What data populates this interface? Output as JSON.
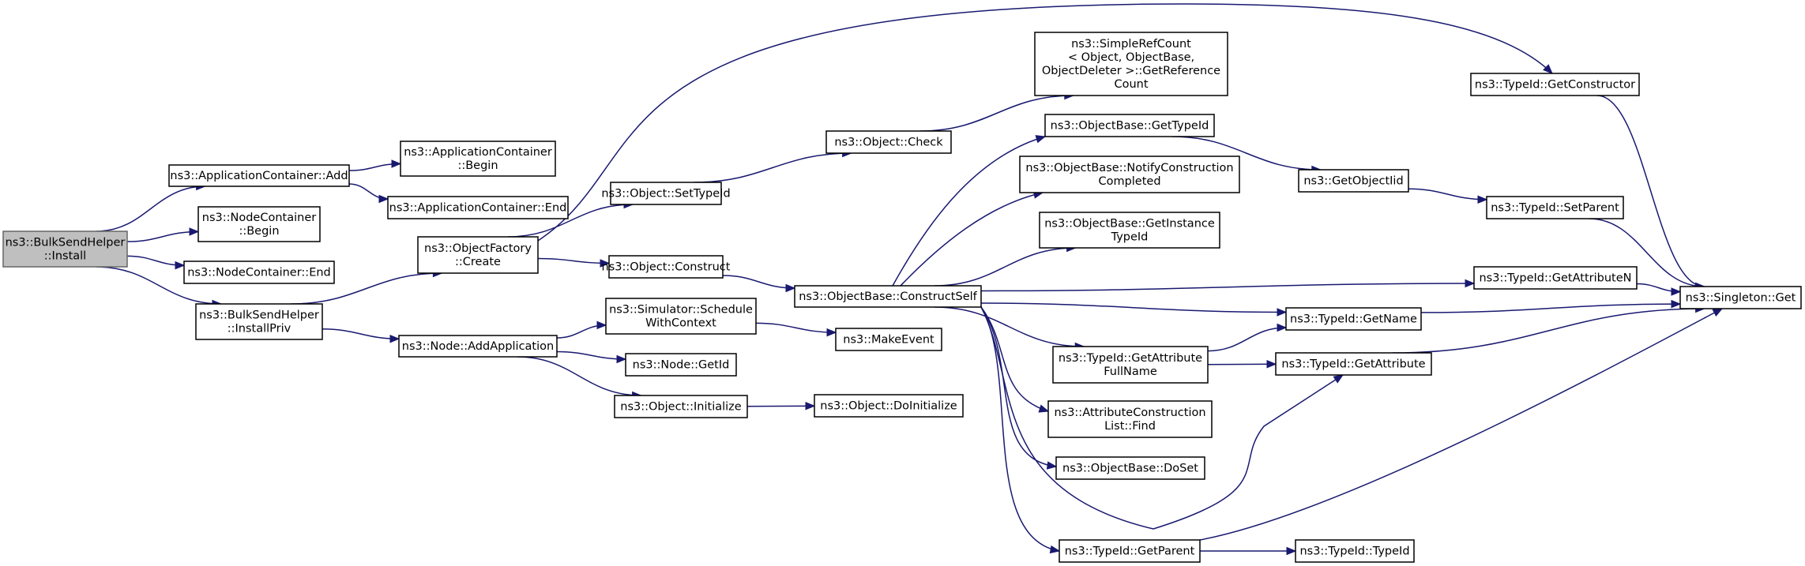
{
  "graph": {
    "type": "call-graph",
    "colors": {
      "edge": "#191970",
      "root_fill": "#bfbfbf",
      "node_fill": "#ffffff",
      "node_border": "#000000"
    },
    "nodes": [
      {
        "id": "install",
        "lines": [
          "ns3::BulkSendHelper",
          "::Install"
        ],
        "root": true
      },
      {
        "id": "appAdd",
        "lines": [
          "ns3::ApplicationContainer::Add"
        ]
      },
      {
        "id": "ncBegin",
        "lines": [
          "ns3::NodeContainer",
          "::Begin"
        ]
      },
      {
        "id": "ncEnd",
        "lines": [
          "ns3::NodeContainer::End"
        ]
      },
      {
        "id": "installPriv",
        "lines": [
          "ns3::BulkSendHelper",
          "::InstallPriv"
        ]
      },
      {
        "id": "acBegin",
        "lines": [
          "ns3::ApplicationContainer",
          "::Begin"
        ]
      },
      {
        "id": "acEnd",
        "lines": [
          "ns3::ApplicationContainer::End"
        ]
      },
      {
        "id": "ofCreate",
        "lines": [
          "ns3::ObjectFactory",
          "::Create"
        ]
      },
      {
        "id": "addApp",
        "lines": [
          "ns3::Node::AddApplication"
        ]
      },
      {
        "id": "setTypeId",
        "lines": [
          "ns3::Object::SetTypeId"
        ]
      },
      {
        "id": "objConstruct",
        "lines": [
          "ns3::Object::Construct"
        ]
      },
      {
        "id": "simSchedule",
        "lines": [
          "ns3::Simulator::Schedule",
          "WithContext"
        ]
      },
      {
        "id": "nodeGetId",
        "lines": [
          "ns3::Node::GetId"
        ]
      },
      {
        "id": "objInit",
        "lines": [
          "ns3::Object::Initialize"
        ]
      },
      {
        "id": "objCheck",
        "lines": [
          "ns3::Object::Check"
        ]
      },
      {
        "id": "constructSelf",
        "lines": [
          "ns3::ObjectBase::ConstructSelf"
        ]
      },
      {
        "id": "makeEvent",
        "lines": [
          "ns3::MakeEvent"
        ]
      },
      {
        "id": "doInit",
        "lines": [
          "ns3::Object::DoInitialize"
        ]
      },
      {
        "id": "refCount",
        "lines": [
          "ns3::SimpleRefCount",
          "< Object, ObjectBase,",
          "ObjectDeleter >::GetReference",
          "Count"
        ]
      },
      {
        "id": "obGetTypeId",
        "lines": [
          "ns3::ObjectBase::GetTypeId"
        ]
      },
      {
        "id": "notifyCC",
        "lines": [
          "ns3::ObjectBase::NotifyConstruction",
          "Completed"
        ]
      },
      {
        "id": "getInstTypeId",
        "lines": [
          "ns3::ObjectBase::GetInstance",
          "TypeId"
        ]
      },
      {
        "id": "getAttrFullName",
        "lines": [
          "ns3::TypeId::GetAttribute",
          "FullName"
        ]
      },
      {
        "id": "acListFind",
        "lines": [
          "ns3::AttributeConstruction",
          "List::Find"
        ]
      },
      {
        "id": "doSet",
        "lines": [
          "ns3::ObjectBase::DoSet"
        ]
      },
      {
        "id": "getParent",
        "lines": [
          "ns3::TypeId::GetParent"
        ]
      },
      {
        "id": "getObjectIid",
        "lines": [
          "ns3::GetObjectIid"
        ]
      },
      {
        "id": "getName",
        "lines": [
          "ns3::TypeId::GetName"
        ]
      },
      {
        "id": "getAttribute",
        "lines": [
          "ns3::TypeId::GetAttribute"
        ]
      },
      {
        "id": "typeIdCtor",
        "lines": [
          "ns3::TypeId::TypeId"
        ]
      },
      {
        "id": "getConstructor",
        "lines": [
          "ns3::TypeId::GetConstructor"
        ]
      },
      {
        "id": "setParent",
        "lines": [
          "ns3::TypeId::SetParent"
        ]
      },
      {
        "id": "getAttrN",
        "lines": [
          "ns3::TypeId::GetAttributeN"
        ]
      },
      {
        "id": "singletonGet",
        "lines": [
          "ns3::Singleton::Get"
        ]
      }
    ],
    "edges": [
      [
        "install",
        "appAdd"
      ],
      [
        "install",
        "ncBegin"
      ],
      [
        "install",
        "ncEnd"
      ],
      [
        "install",
        "installPriv"
      ],
      [
        "appAdd",
        "acBegin"
      ],
      [
        "appAdd",
        "acEnd"
      ],
      [
        "installPriv",
        "ofCreate"
      ],
      [
        "installPriv",
        "addApp"
      ],
      [
        "ofCreate",
        "setTypeId"
      ],
      [
        "ofCreate",
        "objConstruct"
      ],
      [
        "ofCreate",
        "getConstructor"
      ],
      [
        "addApp",
        "simSchedule"
      ],
      [
        "addApp",
        "nodeGetId"
      ],
      [
        "addApp",
        "objInit"
      ],
      [
        "setTypeId",
        "objCheck"
      ],
      [
        "objCheck",
        "refCount"
      ],
      [
        "objConstruct",
        "constructSelf"
      ],
      [
        "simSchedule",
        "makeEvent"
      ],
      [
        "objInit",
        "doInit"
      ],
      [
        "constructSelf",
        "obGetTypeId"
      ],
      [
        "constructSelf",
        "notifyCC"
      ],
      [
        "constructSelf",
        "getInstTypeId"
      ],
      [
        "constructSelf",
        "getAttrN"
      ],
      [
        "constructSelf",
        "getName"
      ],
      [
        "constructSelf",
        "getAttrFullName"
      ],
      [
        "constructSelf",
        "acListFind"
      ],
      [
        "constructSelf",
        "doSet"
      ],
      [
        "constructSelf",
        "getAttribute"
      ],
      [
        "constructSelf",
        "getParent"
      ],
      [
        "obGetTypeId",
        "getObjectIid"
      ],
      [
        "getObjectIid",
        "setParent"
      ],
      [
        "setParent",
        "singletonGet"
      ],
      [
        "getConstructor",
        "singletonGet"
      ],
      [
        "getAttrN",
        "singletonGet"
      ],
      [
        "getName",
        "singletonGet"
      ],
      [
        "getAttribute",
        "singletonGet"
      ],
      [
        "getAttrFullName",
        "getName"
      ],
      [
        "getAttrFullName",
        "getAttribute"
      ],
      [
        "getParent",
        "typeIdCtor"
      ],
      [
        "getParent",
        "singletonGet"
      ]
    ]
  }
}
